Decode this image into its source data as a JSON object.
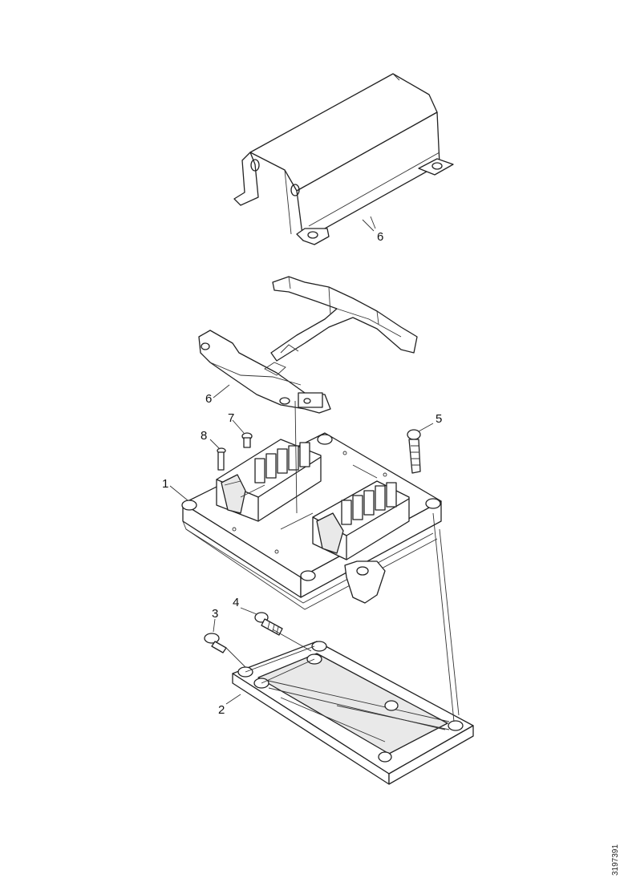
{
  "callouts": {
    "p1": "1",
    "p2": "2",
    "p3": "3",
    "p4": "4",
    "p5": "5",
    "p6_upper": "6",
    "p6_lower": "6",
    "p7": "7",
    "p8": "8"
  },
  "figure_id": "3197391",
  "colors": {
    "line": "#222222",
    "background": "#ffffff"
  }
}
